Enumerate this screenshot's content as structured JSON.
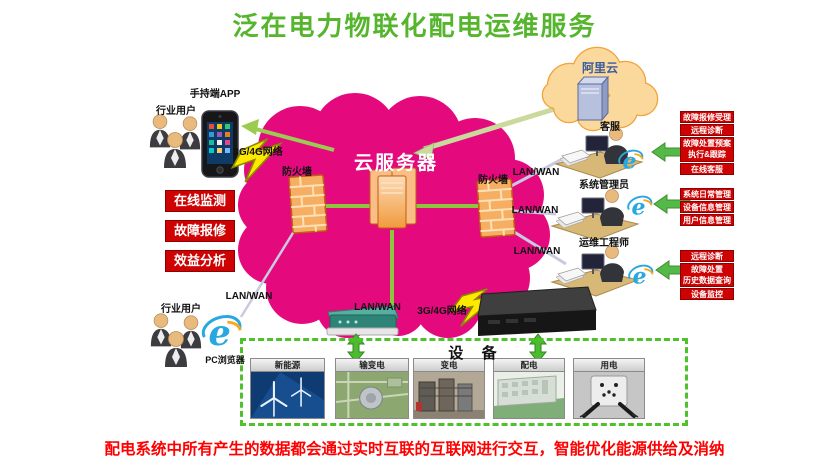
{
  "title": "泛在电力物联化配电运维服务",
  "caption": "配电系统中所有产生的数据都会通过实时互联的互联网进行交互，智能优化能源供给及消纳",
  "center": {
    "cloud_server": "云服务器",
    "firewall_left": "防火墙",
    "firewall_right": "防火墙"
  },
  "ali": {
    "label": "阿里云"
  },
  "left": {
    "app": "手持端APP",
    "industry_user_top": "行业用户",
    "network": "3G/4G网络",
    "boxes": [
      "在线监测",
      "故障报修",
      "效益分析"
    ],
    "lan_wan": "LAN/WAN",
    "industry_user_bottom": "行业用户",
    "pc_browser": "PC浏览器"
  },
  "right": {
    "roles": [
      "客服",
      "系统管理员",
      "运维工程师"
    ],
    "lan_wan": [
      "LAN/WAN",
      "LAN/WAN",
      "LAN/WAN"
    ],
    "group1": [
      "故障报修受理",
      "远程诊断",
      "故障处置预案\n执行&跟踪",
      "在线客服"
    ],
    "group2": [
      "系统日常管理",
      "设备信息管理",
      "用户信息管理"
    ],
    "group3": [
      "远程诊断",
      "故障处置\n历史数据查询",
      "设备监控"
    ]
  },
  "bottom": {
    "lan_wan": "LAN/WAN",
    "network": "3G/4G网络",
    "equipment": "设 备",
    "cards": [
      "新能源",
      "输变电",
      "变电",
      "配电",
      "用电"
    ]
  },
  "colors": {
    "title_green": "#55B52D",
    "cloud_pink": "#E40A7E",
    "ali_cloud_fill": "#FBD89B",
    "ali_cloud_stroke": "#F2A33C",
    "red_box": "#CE0202",
    "caption_red": "#FF0000",
    "line_green": "#8CC63E"
  },
  "icons": [
    "industry-users-icon",
    "smartphone-icon",
    "ie-browser-icon",
    "firewall-icon",
    "cloud-server-icon",
    "ali-server-icon",
    "operator-desk-icon",
    "lightning-icon",
    "router-icon",
    "rack-device-icon",
    "green-arrow-icon",
    "double-arrow-icon",
    "wind-energy-image",
    "substation-aerial-image",
    "transformer-image",
    "distribution-panel-image",
    "power-socket-image"
  ]
}
